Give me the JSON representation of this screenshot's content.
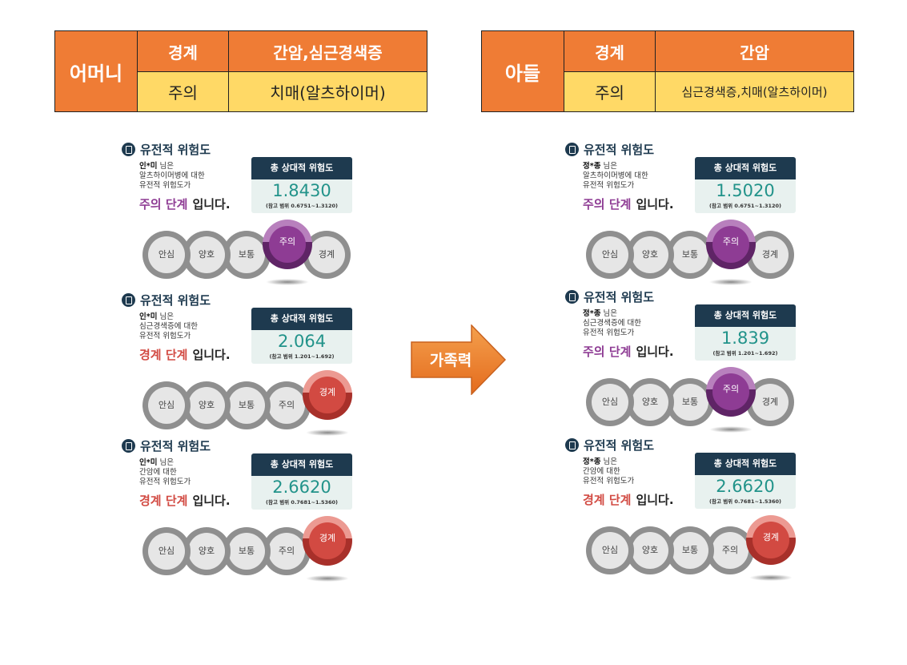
{
  "mother_table": {
    "who": "어머니",
    "h1": "경계",
    "h2": "간암,심근경색증",
    "v1": "주의",
    "v2": "치매(알츠하이머)"
  },
  "son_table": {
    "who": "아들",
    "h1": "경계",
    "h2": "간암",
    "v1": "주의",
    "v2": "심근경색증,치매(알츠하이머)"
  },
  "arrow_label": "가족력",
  "common": {
    "title": "유전적 위험도",
    "risk_label": "총 상대적 위험도",
    "stage_suffix": "입니다.",
    "desc_line3": "유전적 위험도가",
    "levels": [
      "안심",
      "양호",
      "보통",
      "주의",
      "경계"
    ]
  },
  "colors": {
    "orange": "#ef7c35",
    "yellow": "#ffd966",
    "purple": "#8e3c94",
    "red": "#d24a42",
    "navy": "#1e3a4f",
    "teal": "#22938a"
  },
  "mother_cards": [
    {
      "name": "인*미",
      "name_suffix": "님은",
      "disease": "알츠하이머병에 대한",
      "stage": "주의 단계",
      "value": "1.8430",
      "range": "(참고 범위 0.6751~1.3120)",
      "active": 3
    },
    {
      "name": "인*미",
      "name_suffix": "님은",
      "disease": "심근경색증에 대한",
      "stage": "경계 단계",
      "value": "2.064",
      "range": "(참고 범위 1.201~1.692)",
      "active": 4
    },
    {
      "name": "인*미",
      "name_suffix": "님은",
      "disease": "간암에 대한",
      "stage": "경계 단계",
      "value": "2.6620",
      "range": "(참고 범위 0.7681~1.5360)",
      "active": 4
    }
  ],
  "son_cards": [
    {
      "name": "정*종",
      "name_suffix": "님은",
      "disease": "알츠하이머병에 대한",
      "stage": "주의 단계",
      "value": "1.5020",
      "range": "(참고 범위 0.6751~1.3120)",
      "active": 3
    },
    {
      "name": "정*종",
      "name_suffix": "님은",
      "disease": "심근경색증에 대한",
      "stage": "주의 단계",
      "value": "1.839",
      "range": "(참고 범위 1.201~1.692)",
      "active": 3
    },
    {
      "name": "정*종",
      "name_suffix": "님은",
      "disease": "간암에 대한",
      "stage": "경계 단계",
      "value": "2.6620",
      "range": "(참고 범위 0.7681~1.5360)",
      "active": 4
    }
  ]
}
